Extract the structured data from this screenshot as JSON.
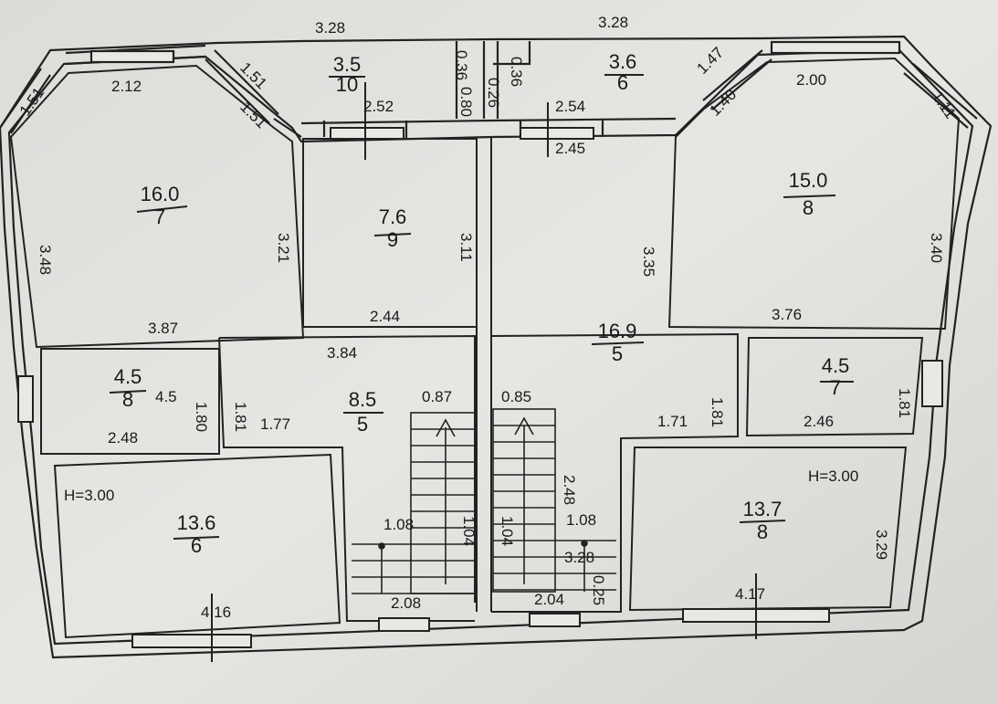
{
  "plan": {
    "ceiling_height_left": "H=3.00",
    "ceiling_height_right": "H=3.00",
    "overall_widths": [
      "3.28",
      "3.28"
    ],
    "rooms": [
      {
        "id": "r7",
        "number": "7",
        "area": "16.0"
      },
      {
        "id": "r10",
        "number": "10",
        "area": "3.5"
      },
      {
        "id": "r6top",
        "number": "6",
        "area": "3.6"
      },
      {
        "id": "r9",
        "number": "9",
        "area": "7.6"
      },
      {
        "id": "r8top",
        "number": "8",
        "area": "15.0"
      },
      {
        "id": "r5hall",
        "number": "5",
        "area": "16.9"
      },
      {
        "id": "r8small",
        "number": "8",
        "area": "4.5"
      },
      {
        "id": "r5stair",
        "number": "5",
        "area": "8.5"
      },
      {
        "id": "r7small",
        "number": "7",
        "area": "4.5"
      },
      {
        "id": "r6bottom",
        "number": "6",
        "area": "13.6"
      },
      {
        "id": "r8bottom",
        "number": "8",
        "area": "13.7"
      }
    ],
    "dimensions": [
      "2.12",
      "1.51",
      "1.51",
      "1.51",
      "3.48",
      "3.21",
      "3.87",
      "2.52",
      "0.80",
      "0.36",
      "0.26",
      "0.36",
      "2.54",
      "2.45",
      "3.11",
      "2.44",
      "3.35",
      "1.47",
      "1.40",
      "2.00",
      "1.11",
      "3.40",
      "3.76",
      "3.84",
      "4.5",
      "1.80",
      "1.81",
      "2.48",
      "1.77",
      "0.87",
      "0.85",
      "1.71",
      "1.81",
      "1.81",
      "2.46",
      "1.08",
      "1.04",
      "1.04",
      "1.08",
      "2.48",
      "3.28",
      "0.25",
      "2.08",
      "2.04",
      "4.16",
      "4.17",
      "3.29"
    ]
  }
}
